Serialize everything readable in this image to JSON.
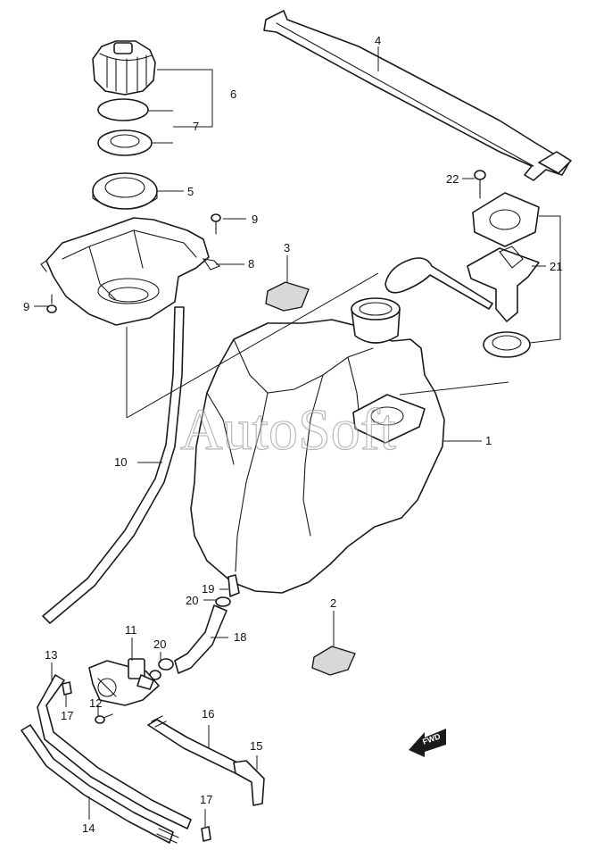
{
  "diagram": {
    "watermark": "AutoSoft",
    "direction_label": "FWD",
    "callouts": [
      "1",
      "2",
      "3",
      "4",
      "5",
      "6",
      "7",
      "8",
      "9",
      "9",
      "10",
      "11",
      "12",
      "13",
      "14",
      "15",
      "16",
      "17",
      "17",
      "18",
      "19",
      "20",
      "20",
      "21",
      "22"
    ]
  },
  "colors": {
    "line": "#1a1a1a",
    "shade": "#d8d8d8",
    "background": "#ffffff"
  }
}
